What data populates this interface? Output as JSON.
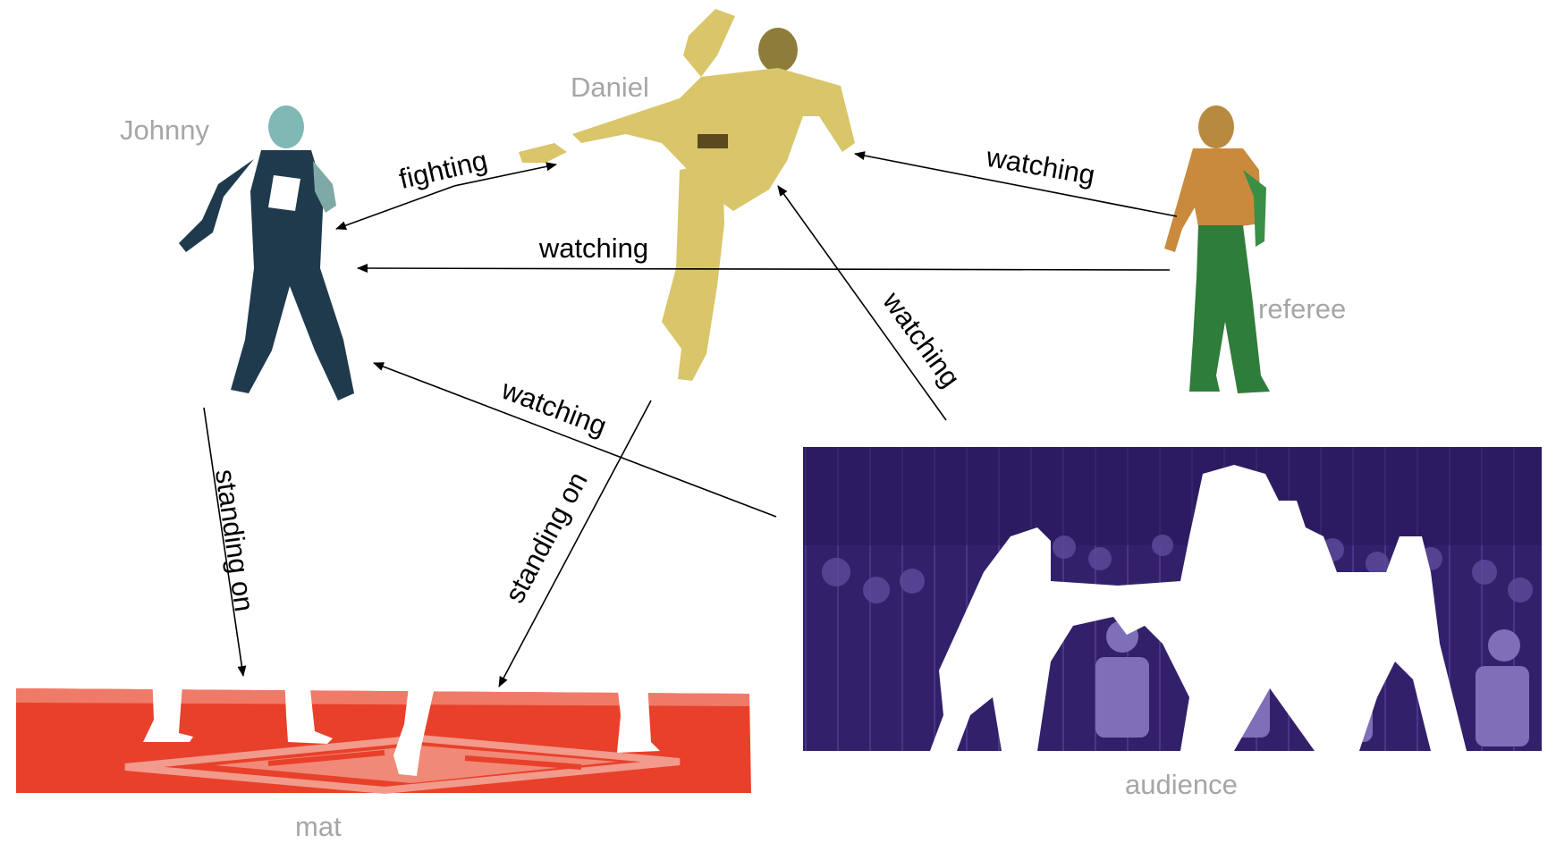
{
  "nodes": {
    "johnny": {
      "label": "Johnny",
      "color": "#1f3a4d"
    },
    "daniel": {
      "label": "Daniel",
      "color": "#d9c56a"
    },
    "referee": {
      "label": "referee",
      "color": "#2f7d3a"
    },
    "audience": {
      "label": "audience",
      "color": "#3b2478"
    },
    "mat": {
      "label": "mat",
      "color": "#e8402a"
    }
  },
  "edges": [
    {
      "id": "daniel-fighting-johnny",
      "label": "fighting",
      "from": "Daniel",
      "to": "Johnny"
    },
    {
      "id": "referee-watching-daniel",
      "label": "watching",
      "from": "referee",
      "to": "Daniel"
    },
    {
      "id": "referee-watching-johnny",
      "label": "watching",
      "from": "referee",
      "to": "Johnny"
    },
    {
      "id": "audience-watching-daniel",
      "label": "watching",
      "from": "audience",
      "to": "Daniel"
    },
    {
      "id": "audience-watching-johnny",
      "label": "watching",
      "from": "audience",
      "to": "Johnny"
    },
    {
      "id": "johnny-standing-on-mat",
      "label": "standing on",
      "from": "Johnny",
      "to": "mat"
    },
    {
      "id": "daniel-standing-on-mat",
      "label": "standing on",
      "from": "Daniel",
      "to": "mat"
    }
  ]
}
